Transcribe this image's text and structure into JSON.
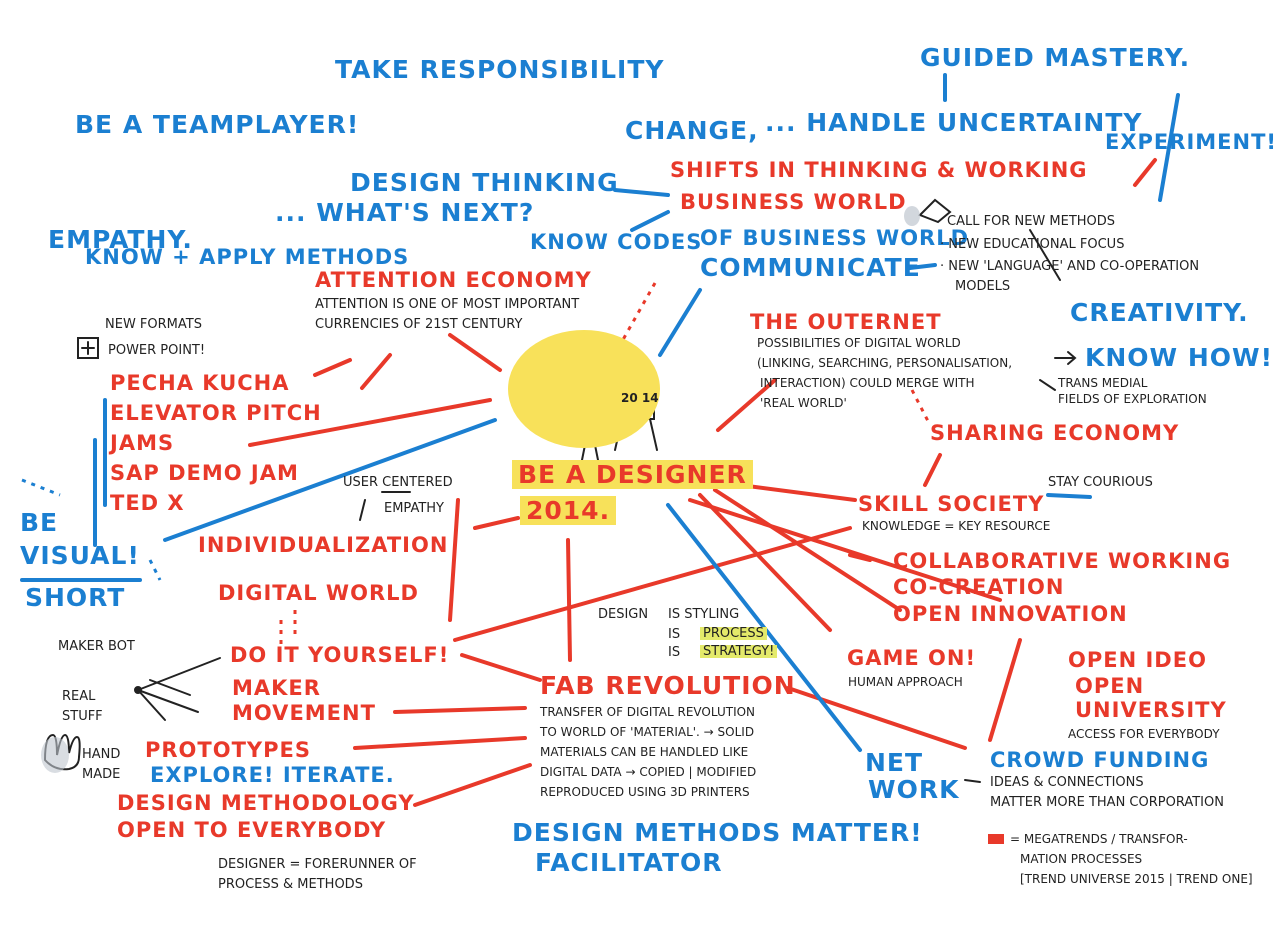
{
  "colors": {
    "blue": "#1b7fd1",
    "red": "#e8392a",
    "yellow": "#f7e15a",
    "dark": "#222222"
  },
  "center": {
    "line1": "BE A DESIGNER",
    "line2": "2014.",
    "sign": "20 14"
  },
  "blue_terms": {
    "take_responsibility": "TAKE RESPONSIBILITY",
    "guided_mastery": "GUIDED MASTERY.",
    "be_teamplayer": "BE A TEAMPLAYER!",
    "change": "CHANGE,",
    "handle_uncertainty": "... HANDLE UNCERTAINTY",
    "experiment": "EXPERIMENT!",
    "design_thinking": "DESIGN THINKING",
    "whats_next": "... WHAT'S NEXT?",
    "empathy": "EMPATHY.",
    "know_apply": "KNOW + APPLY METHODS",
    "know_codes": "KNOW CODES",
    "communicate": "COMMUNICATE",
    "creativity": "CREATIVITY.",
    "know_how": "KNOW HOW!",
    "be": "BE",
    "visual": "VISUAL!",
    "short": "SHORT",
    "explore": "EXPLORE! ITERATE.",
    "net": "NET",
    "work": "WORK",
    "crowd_funding": "CROWD FUNDING",
    "design_methods_matter": "DESIGN METHODS MATTER!",
    "facilitator": "FACILITATOR"
  },
  "red_terms": {
    "shifts": "SHIFTS IN THINKING & WORKING",
    "business_world": "BUSINESS WORLD",
    "of_business_world": "OF BUSINESS WORLD",
    "attention_economy": "ATTENTION ECONOMY",
    "pecha_kucha": "PECHA KUCHA",
    "elevator_pitch": "ELEVATOR PITCH",
    "jams": "JAMS",
    "sap_demo_jam": "SAP DEMO JAM",
    "ted_x": "TED X",
    "the_outernet": "THE OUTERNET",
    "sharing_economy": "SHARING ECONOMY",
    "skill_society": "SKILL SOCIETY",
    "individualization": "INDIVIDUALIZATION",
    "digital_world": "DIGITAL WORLD",
    "collaborative_working": "COLLABORATIVE WORKING",
    "co_creation": "CO-CREATION",
    "open_innovation": "OPEN INNOVATION",
    "do_it_yourself": "DO IT YOURSELF!",
    "maker_movement_1": "MAKER",
    "maker_movement_2": "MOVEMENT",
    "fab_revolution": "FAB REVOLUTION",
    "game_on": "GAME ON!",
    "open_ideo": "OPEN IDEO",
    "open_university_1": "OPEN",
    "open_university_2": "UNIVERSITY",
    "prototypes": "PROTOTYPES",
    "design_methodology": "DESIGN METHODOLOGY",
    "open_to_everybody": "OPEN TO EVERYBODY"
  },
  "notes": {
    "call_new_methods": "CALL FOR NEW METHODS",
    "new_edu_focus": "· NEW EDUCATIONAL FOCUS",
    "new_language": "· NEW 'LANGUAGE' AND CO-OPERATION",
    "models": "MODELS",
    "attention_desc_1": "ATTENTION IS ONE OF MOST IMPORTANT",
    "attention_desc_2": "CURRENCIES OF 21ST CENTURY",
    "new_formats": "NEW FORMATS",
    "power_point": "POWER POINT!",
    "outernet_desc_1": "POSSIBILITIES OF DIGITAL WORLD",
    "outernet_desc_2": "(LINKING, SEARCHING, PERSONALISATION,",
    "outernet_desc_3": "INTERACTION) COULD MERGE WITH",
    "outernet_desc_4": "'REAL WORLD'",
    "transmedial_1": "TRANS MEDIAL",
    "transmedial_2": "FIELDS OF EXPLORATION",
    "user_centered": "USER CENTERED",
    "empathy_note": "EMPATHY",
    "stay_curious": "STAY COURIOUS",
    "knowledge": "KNOWLEDGE = KEY RESOURCE",
    "maker_bot": "MAKER BOT",
    "real_stuff_1": "REAL",
    "real_stuff_2": "STUFF",
    "hand_made_1": "HAND",
    "hand_made_2": "MADE",
    "design_word": "DESIGN",
    "is_styling": "IS   STYLING",
    "is_1": "IS",
    "is_2": "IS",
    "process": "PROCESS",
    "strategy": "STRATEGY!",
    "human_approach": "HUMAN APPROACH",
    "access_everybody": "ACCESS FOR EVERYBODY",
    "fab_desc_1": "TRANSFER OF DIGITAL REVOLUTION",
    "fab_desc_2": "TO WORLD OF 'MATERIAL'. → SOLID",
    "fab_desc_3": "MATERIALS CAN BE HANDLED LIKE",
    "fab_desc_4": "DIGITAL DATA → COPIED | MODIFIED",
    "fab_desc_5": "REPRODUCED USING 3D PRINTERS",
    "ideas_1": "IDEAS & CONNECTIONS",
    "ideas_2": "MATTER MORE THAN CORPORATION",
    "designer_1": "DESIGNER = FORERUNNER OF",
    "designer_2": "PROCESS & METHODS",
    "megatrend_1": "= MEGATRENDS / TRANSFOR-",
    "megatrend_2": "MATION PROCESSES",
    "megatrend_3": "[TREND UNIVERSE 2015 | TREND ONE]"
  }
}
